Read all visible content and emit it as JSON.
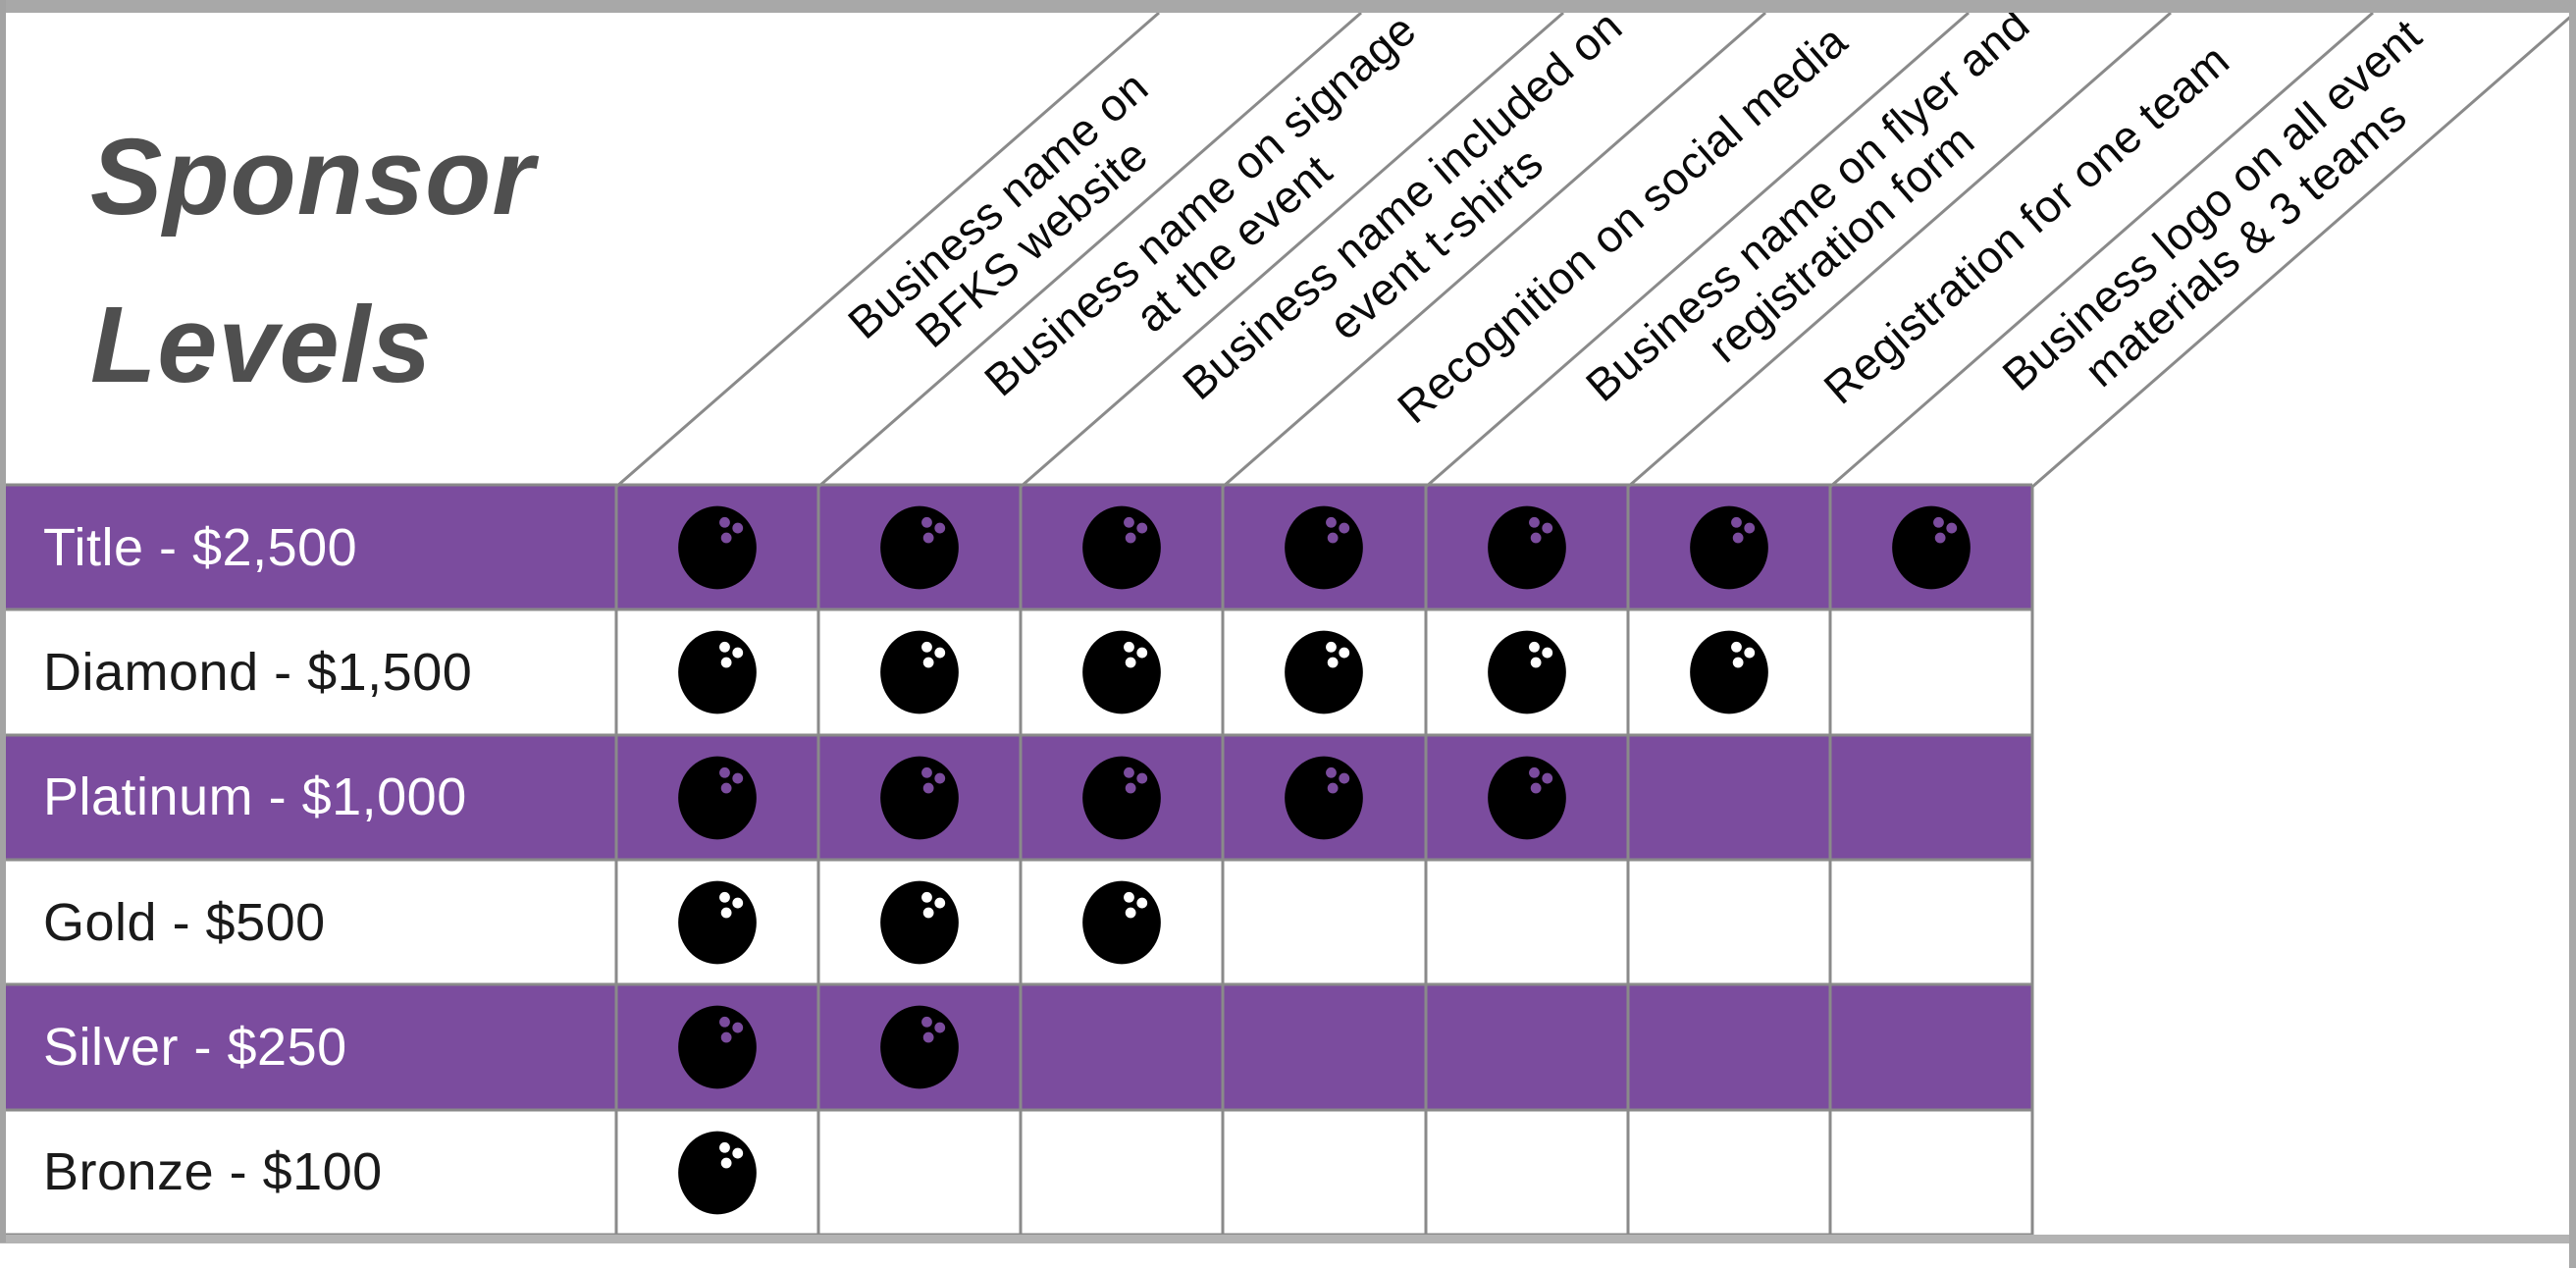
{
  "page": {
    "title_line1": "Sponsor",
    "title_line2": "Levels"
  },
  "benefits": [
    {
      "line1": "Business name on",
      "line2": "BFKS website"
    },
    {
      "line1": "Business name on signage",
      "line2": "at the event"
    },
    {
      "line1": "Business name included on",
      "line2": "event t-shirts"
    },
    {
      "line1": "Recognition on social media",
      "line2": ""
    },
    {
      "line1": "Business name on flyer and",
      "line2": "registration form"
    },
    {
      "line1": "Registration for one team",
      "line2": ""
    },
    {
      "line1": "Business logo on all event",
      "line2": "materials & 3 teams"
    }
  ],
  "levels": [
    {
      "label": "Title - $2,500",
      "included": [
        true,
        true,
        true,
        true,
        true,
        true,
        true
      ]
    },
    {
      "label": "Diamond - $1,500",
      "included": [
        true,
        true,
        true,
        true,
        true,
        true,
        false
      ]
    },
    {
      "label": "Platinum - $1,000",
      "included": [
        true,
        true,
        true,
        true,
        true,
        false,
        false
      ]
    },
    {
      "label": "Gold - $500",
      "included": [
        true,
        true,
        true,
        false,
        false,
        false,
        false
      ]
    },
    {
      "label": "Silver - $250",
      "included": [
        true,
        true,
        false,
        false,
        false,
        false,
        false
      ]
    },
    {
      "label": "Bronze - $100",
      "included": [
        true,
        false,
        false,
        false,
        false,
        false,
        false
      ]
    }
  ],
  "icon": {
    "marker": "bowling-ball-icon"
  },
  "colors": {
    "purple_row": "#7B4C9E",
    "white_row": "#FFFFFF",
    "grid_line": "#8A8A8A",
    "frame_gray": "#A8A8A8",
    "title_text": "#4F4F4F",
    "ball_black": "#000000"
  },
  "chart_data": {
    "type": "table",
    "title": "Sponsor Levels",
    "columns": [
      "Business name on BFKS website",
      "Business name on signage at the event",
      "Business name included on event t-shirts",
      "Recognition on social media",
      "Business name on flyer and registration form",
      "Registration for one team",
      "Business logo on all event materials & 3 teams"
    ],
    "rows": [
      {
        "level": "Title",
        "price": "$2,500",
        "benefits": [
          1,
          1,
          1,
          1,
          1,
          1,
          1
        ]
      },
      {
        "level": "Diamond",
        "price": "$1,500",
        "benefits": [
          1,
          1,
          1,
          1,
          1,
          1,
          0
        ]
      },
      {
        "level": "Platinum",
        "price": "$1,000",
        "benefits": [
          1,
          1,
          1,
          1,
          1,
          0,
          0
        ]
      },
      {
        "level": "Gold",
        "price": "$500",
        "benefits": [
          1,
          1,
          1,
          0,
          0,
          0,
          0
        ]
      },
      {
        "level": "Silver",
        "price": "$250",
        "benefits": [
          1,
          1,
          0,
          0,
          0,
          0,
          0
        ]
      },
      {
        "level": "Bronze",
        "price": "$100",
        "benefits": [
          1,
          0,
          0,
          0,
          0,
          0,
          0
        ]
      }
    ],
    "legend_position": "none",
    "grid": true,
    "marker_glyph": "bowling-ball"
  }
}
